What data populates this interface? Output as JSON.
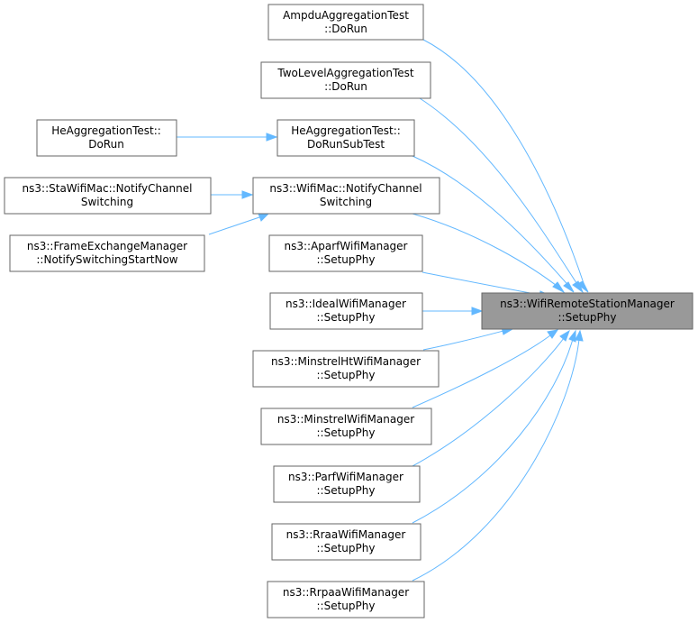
{
  "colors": {
    "edge": "#63b8ff",
    "node_border": "#666666",
    "node_fill": "#ffffff",
    "target_fill": "#999999"
  },
  "nodes": {
    "target": {
      "line1": "ns3::WifiRemoteStationManager",
      "line2": "::SetupPhy"
    },
    "ampdu": {
      "line1": "AmpduAggregationTest",
      "line2": "::DoRun"
    },
    "twolevel": {
      "line1": "TwoLevelAggregationTest",
      "line2": "::DoRun"
    },
    "he_subtest": {
      "line1": "HeAggregationTest::",
      "line2": "DoRunSubTest"
    },
    "he_dorun": {
      "line1": "HeAggregationTest::",
      "line2": "DoRun"
    },
    "wifimac_notify": {
      "line1": "ns3::WifiMac::NotifyChannel",
      "line2": "Switching"
    },
    "stawifimac_notify": {
      "line1": "ns3::StaWifiMac::NotifyChannel",
      "line2": "Switching"
    },
    "frame_exchange": {
      "line1": "ns3::FrameExchangeManager",
      "line2": "::NotifySwitchingStartNow"
    },
    "aparf": {
      "line1": "ns3::AparfWifiManager",
      "line2": "::SetupPhy"
    },
    "ideal": {
      "line1": "ns3::IdealWifiManager",
      "line2": "::SetupPhy"
    },
    "minstrelht": {
      "line1": "ns3::MinstrelHtWifiManager",
      "line2": "::SetupPhy"
    },
    "minstrel": {
      "line1": "ns3::MinstrelWifiManager",
      "line2": "::SetupPhy"
    },
    "parf": {
      "line1": "ns3::ParfWifiManager",
      "line2": "::SetupPhy"
    },
    "rraa": {
      "line1": "ns3::RraaWifiManager",
      "line2": "::SetupPhy"
    },
    "rrpaa": {
      "line1": "ns3::RrpaaWifiManager",
      "line2": "::SetupPhy"
    }
  }
}
